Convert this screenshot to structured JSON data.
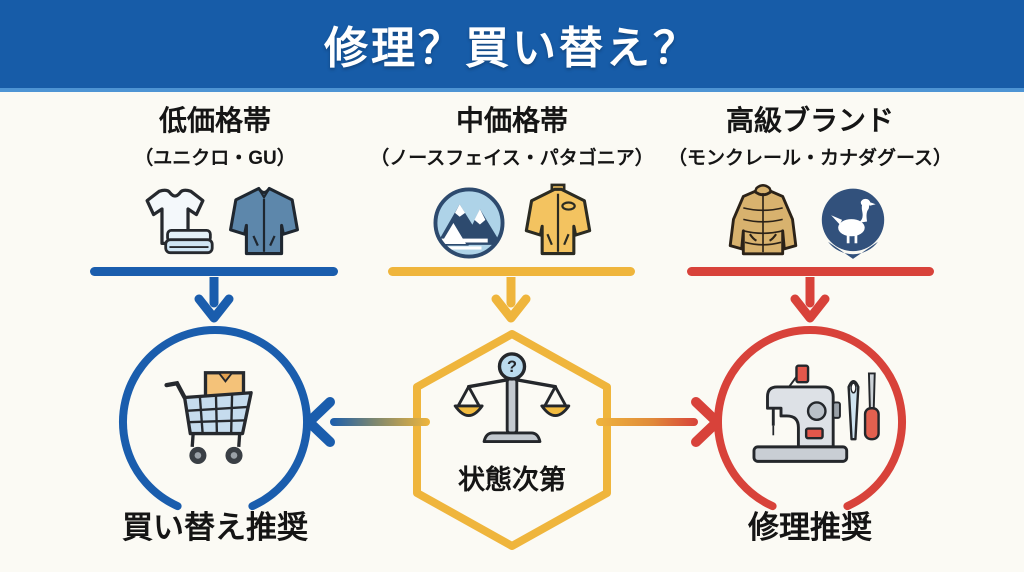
{
  "header": {
    "title": "修理？買い替え？"
  },
  "colors": {
    "header_bg": "#175CA8",
    "header_underline": "#4D94D4",
    "background": "#FBFAF4",
    "blue": "#1A5DAD",
    "yellow": "#EFB53C",
    "red": "#D8423A"
  },
  "columns": [
    {
      "title": "低価格帯",
      "subtitle": "（ユニクロ・GU）",
      "color": "#1A5DAD",
      "icons": [
        "tshirt-icon",
        "blue-jacket-icon"
      ]
    },
    {
      "title": "中価格帯",
      "subtitle": "（ノースフェイス・パタゴニア）",
      "color": "#EFB53C",
      "icons": [
        "mountain-logo-icon",
        "yellow-jacket-icon"
      ]
    },
    {
      "title": "高級ブランド",
      "subtitle": "（モンクレール・カナダグース）",
      "color": "#D8423A",
      "icons": [
        "puffer-jacket-icon",
        "goose-badge-icon"
      ]
    }
  ],
  "outcomes": {
    "replace": {
      "label": "買い替え推奨",
      "shape": "circle",
      "color": "#1A5DAD",
      "icon": "shopping-cart-icon"
    },
    "condition": {
      "label": "状態次第",
      "shape": "hexagon",
      "color": "#EFB53C",
      "icon": "balance-scale-icon",
      "question_mark": "?"
    },
    "repair": {
      "label": "修理推奨",
      "shape": "circle",
      "color": "#D8423A",
      "icon": "sewing-machine-icon"
    }
  }
}
